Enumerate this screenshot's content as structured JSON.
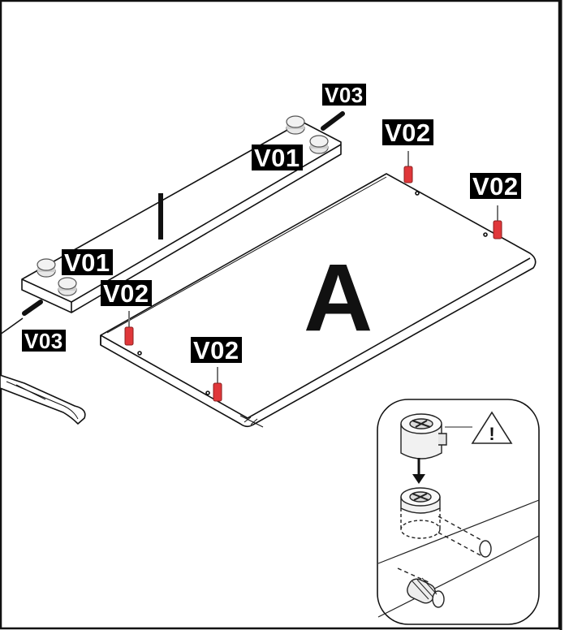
{
  "panel_letter": "A",
  "labels": {
    "v03_top": "V03",
    "v01_top": "V01",
    "v02_top_left": "V02",
    "v02_top_right": "V02",
    "v01_left": "V01",
    "v02_left": "V02",
    "v03_left": "V03",
    "v02_bottom": "V02"
  },
  "detail": {
    "warning_symbol": "!",
    "icons": [
      "cam-lock-icon",
      "warning-triangle-icon",
      "arrow-down-icon",
      "cam-dowel-icon"
    ]
  },
  "colors": {
    "line": "#111111",
    "dowel_red": "#e0373a",
    "cam_grey": "#d0d0d0",
    "tag_bg": "#000000",
    "tag_text": "#ffffff"
  }
}
